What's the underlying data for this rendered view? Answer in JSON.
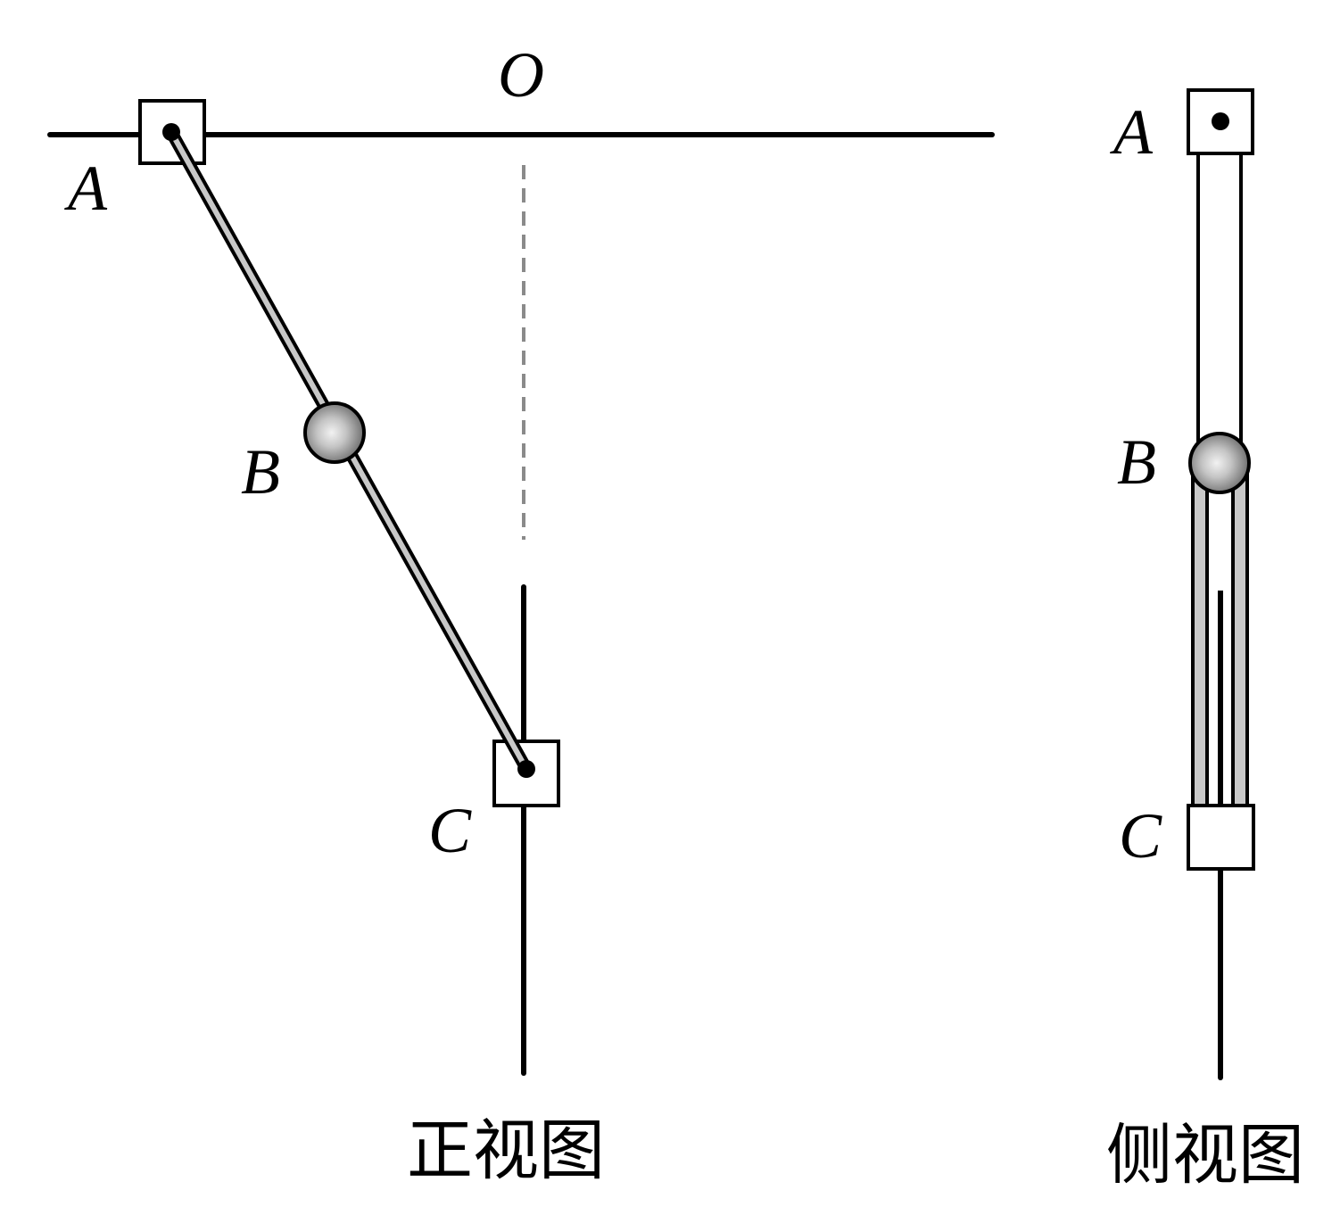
{
  "front_view": {
    "label_o": "O",
    "label_a": "A",
    "label_b": "B",
    "label_c": "C",
    "caption": "正视图"
  },
  "side_view": {
    "label_a": "A",
    "label_b": "B",
    "label_c": "C",
    "caption": "侧视图"
  },
  "colors": {
    "line": "#000000",
    "rod_fill": "#c8c8c8",
    "dashed_axis": "#8a8a8a",
    "ball_light": "#f2f2f2",
    "ball_dark": "#6e6e6e"
  }
}
